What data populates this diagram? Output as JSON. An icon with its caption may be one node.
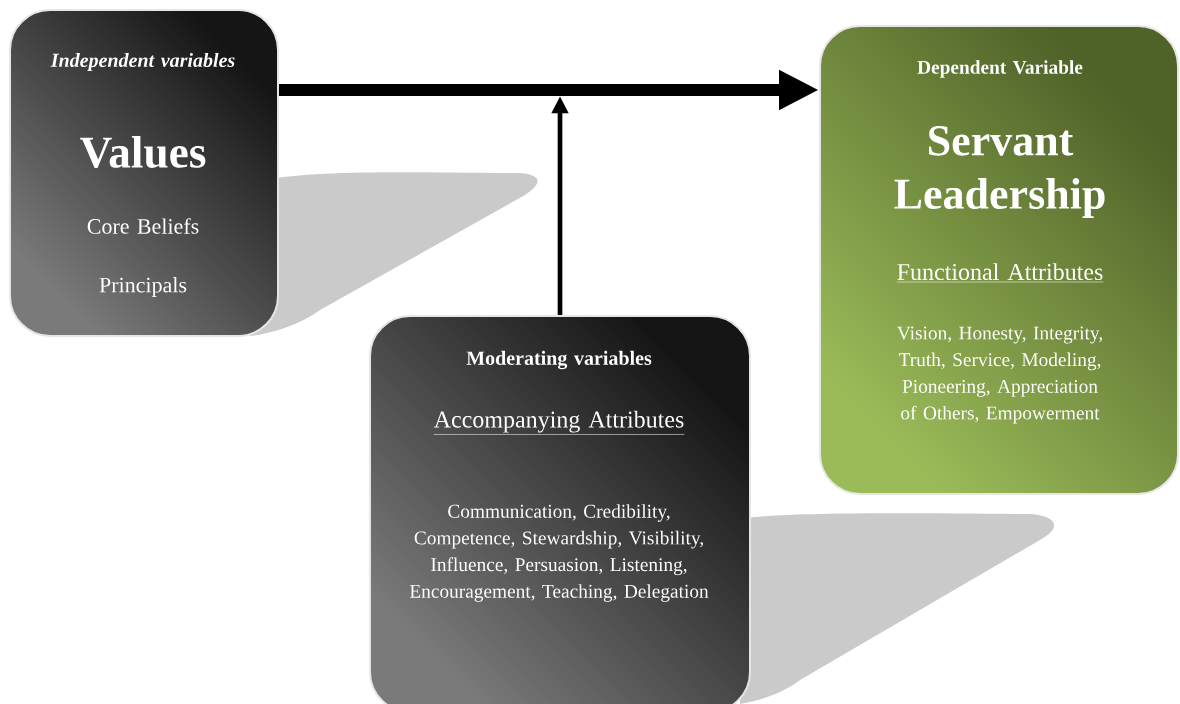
{
  "diagram": {
    "nodes": [
      {
        "text": [
          "Independent variables",
          "Values",
          "Core Beliefs",
          "Principals"
        ]
      },
      {
        "text": [
          "Dependent Variable",
          "Servant Leadership",
          "Functional Attributes",
          "Vision, Honesty, Integrity, Truth, Service, Modeling, Pioneering, Appreciation of Others, Empowerment"
        ]
      },
      {
        "text": [
          "Moderating variables",
          "Accompanying Attributes",
          "Communication, Credibility, Competence, Stewardship, Visibility, Influence, Persuasion, Listening, Encouragement, Teaching, Delegation"
        ]
      }
    ],
    "edges": [
      {
        "from": 0,
        "to": 1,
        "arrow": "to",
        "style": "thick"
      },
      {
        "from": 2,
        "to": null,
        "arrow": "to"
      }
    ]
  }
}
